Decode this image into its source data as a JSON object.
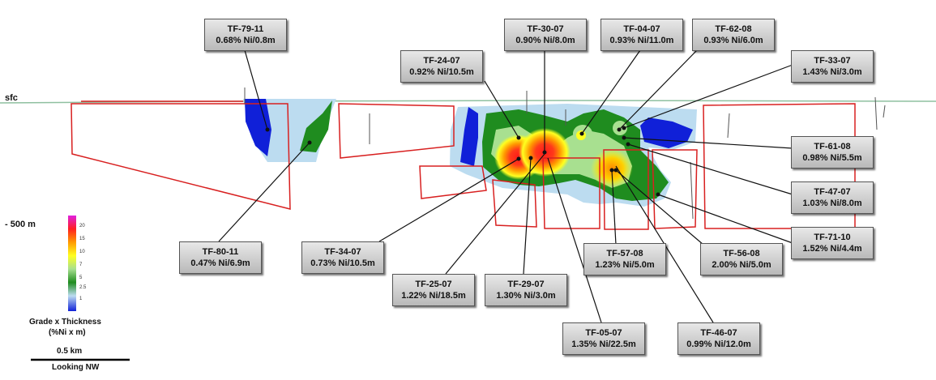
{
  "surface_label": "sfc",
  "depth_label": "- 500 m",
  "legend": {
    "title_line1": "Grade x Thickness",
    "title_line2": "(%Ni x m)",
    "ticks": [
      "20",
      "15",
      "10",
      "7",
      "5",
      "2.5",
      "1"
    ],
    "colors": [
      "#e020e0",
      "#ff2020",
      "#ff9a00",
      "#ffff20",
      "#a8e090",
      "#1f8c1f",
      "#bcdcf0",
      "#1020d8"
    ]
  },
  "scale_label": "0.5 km",
  "view_label": "Looking NW",
  "drill_holes": [
    {
      "id": "TF-79-11",
      "value": "0.68% Ni/0.8m"
    },
    {
      "id": "TF-30-07",
      "value": "0.90% Ni/8.0m"
    },
    {
      "id": "TF-04-07",
      "value": "0.93% Ni/11.0m"
    },
    {
      "id": "TF-62-08",
      "value": "0.93% Ni/6.0m"
    },
    {
      "id": "TF-24-07",
      "value": "0.92% Ni/10.5m"
    },
    {
      "id": "TF-33-07",
      "value": "1.43% Ni/3.0m"
    },
    {
      "id": "TF-61-08",
      "value": "0.98% Ni/5.5m"
    },
    {
      "id": "TF-47-07",
      "value": "1.03% Ni/8.0m"
    },
    {
      "id": "TF-71-10",
      "value": "1.52% Ni/4.4m"
    },
    {
      "id": "TF-80-11",
      "value": "0.47% Ni/6.9m"
    },
    {
      "id": "TF-34-07",
      "value": "0.73% Ni/10.5m"
    },
    {
      "id": "TF-57-08",
      "value": "1.23% Ni/5.0m"
    },
    {
      "id": "TF-56-08",
      "value": "2.00% Ni/5.0m"
    },
    {
      "id": "TF-25-07",
      "value": "1.22% Ni/18.5m"
    },
    {
      "id": "TF-29-07",
      "value": "1.30% Ni/3.0m"
    },
    {
      "id": "TF-05-07",
      "value": "1.35% Ni/22.5m"
    },
    {
      "id": "TF-46-07",
      "value": "0.99% Ni/12.0m"
    }
  ]
}
